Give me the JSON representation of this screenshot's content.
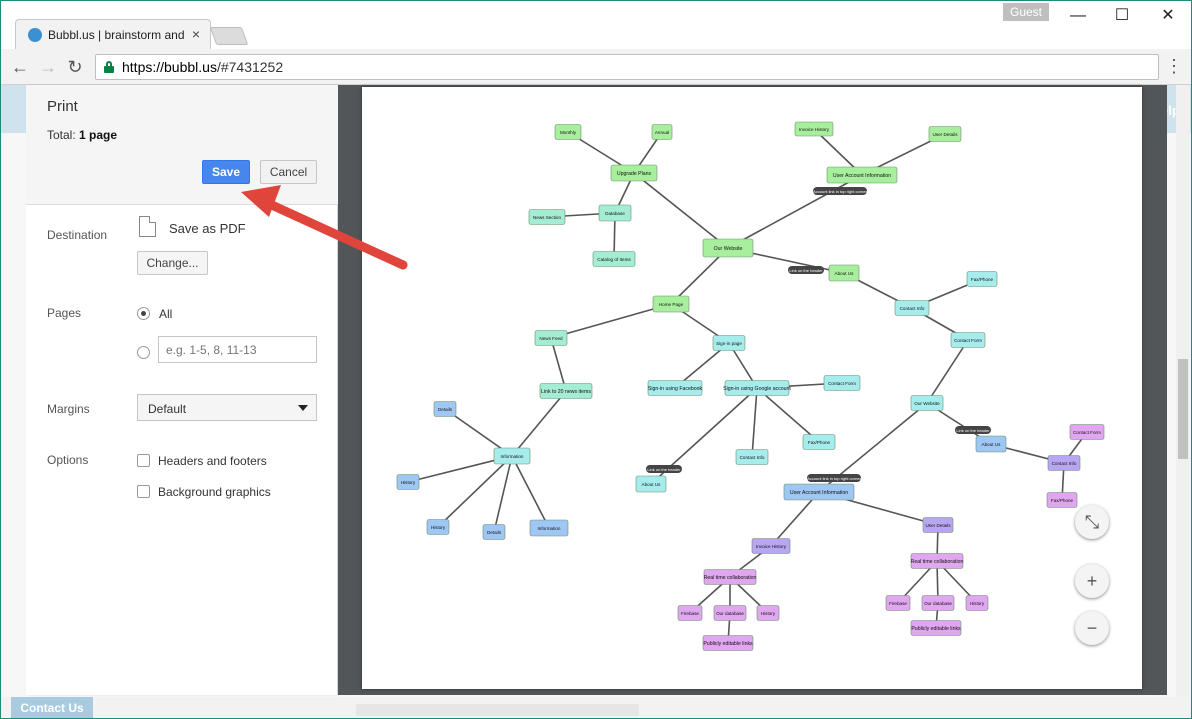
{
  "browser": {
    "tab_title": "Bubbl.us | brainstorm and",
    "guest_label": "Guest",
    "url_host": "https://bubbl.us",
    "url_path": "/#7431252"
  },
  "page": {
    "help_label": "elp",
    "contact_us": "Contact Us"
  },
  "print": {
    "title": "Print",
    "total_label": "Total:",
    "total_value": "1 page",
    "save_label": "Save",
    "cancel_label": "Cancel",
    "destination_label": "Destination",
    "destination_value": "Save as PDF",
    "change_label": "Change...",
    "pages_label": "Pages",
    "pages_all": "All",
    "pages_placeholder": "e.g. 1-5, 8, 11-13",
    "margins_label": "Margins",
    "margins_value": "Default",
    "options_label": "Options",
    "option_headers": "Headers and footers",
    "option_background": "Background graphics"
  },
  "mindmap": {
    "nodes": {
      "n1": "Monthly",
      "n2": "Annual",
      "n3": "Upgrade Plans",
      "n4": "Invoice History",
      "n5": "User Details",
      "n6": "User Account Information",
      "n7": "News Section",
      "n8": "Database",
      "n9": "Our Website",
      "n10": "Catalog of Items",
      "n11": "About Us",
      "n12": "Fax/Phone",
      "n13": "Home Page",
      "n14": "Contact Info",
      "n15": "News Feed",
      "n16": "Sign-in page",
      "n17": "Contact Form",
      "n18": "Link to 20 news items",
      "n19": "Sign-in using Facebook",
      "n20": "Sign-in using Google account",
      "n21": "Contact Form",
      "n22": "Our Website",
      "n23": "Details",
      "n24": "Information",
      "n25": "Fax/Phone",
      "n26": "Contact Info",
      "n27": "About Us",
      "n28": "Contact Form",
      "n29": "History",
      "n30": "About Us",
      "n31": "Contact Info",
      "n32": "User Account Information",
      "n33": "Fax/Phone",
      "n34": "History",
      "n35": "Details",
      "n36": "Information",
      "n37": "User Details",
      "n38": "Invoice History",
      "n39": "Real time collaboration",
      "n40": "Real time collaboration",
      "n41": "Firebase",
      "n42": "Our database",
      "n43": "History",
      "n44": "Firebase",
      "n45": "Our database",
      "n46": "History",
      "n47": "Publicly editable links",
      "n48": "Publicly editable links"
    },
    "labels": {
      "l1": "Account link in top right corner",
      "l2": "Link on the header",
      "l3": "Link on the header",
      "l4": "Link on the header",
      "l5": "Account link in top right corner"
    }
  },
  "zoom": {
    "fit_icon": "fit-screen-icon",
    "zoom_in": "+",
    "zoom_out": "−"
  },
  "colors": {
    "accent": "#4787ed",
    "arrow": "#e0453b",
    "preview_bg": "#525659"
  }
}
